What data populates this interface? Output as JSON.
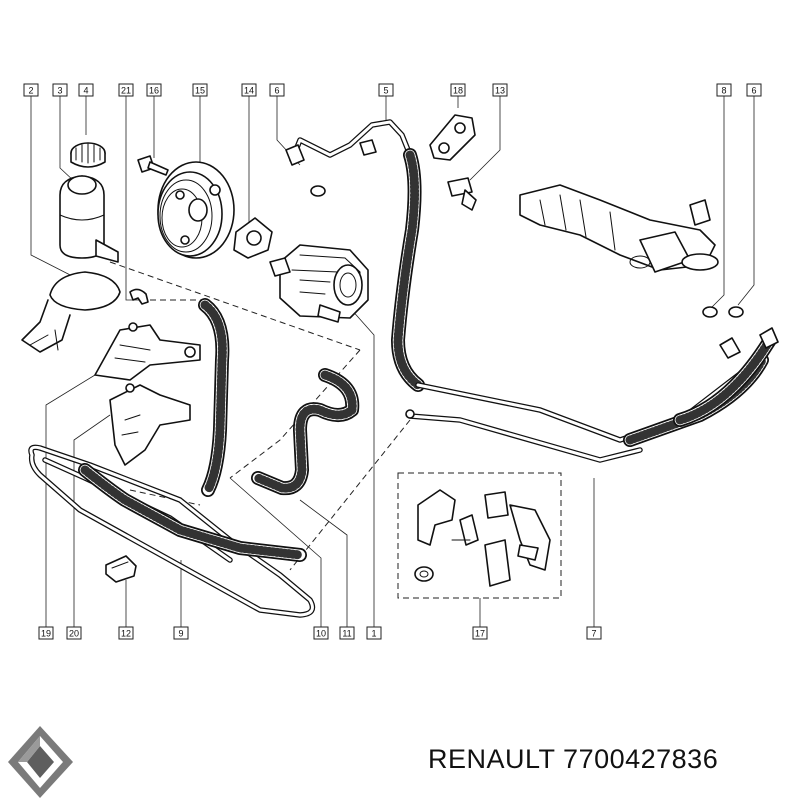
{
  "caption": {
    "brand": "RENAULT",
    "part_number": "7700427836"
  },
  "logo": {
    "name": "renault-diamond-logo",
    "color": "#6b6b6b"
  },
  "colors": {
    "line": "#111111",
    "background": "#ffffff"
  },
  "callouts": [
    {
      "id": "c2",
      "label": "2"
    },
    {
      "id": "c3",
      "label": "3"
    },
    {
      "id": "c4",
      "label": "4"
    },
    {
      "id": "c21",
      "label": "21"
    },
    {
      "id": "c16",
      "label": "16"
    },
    {
      "id": "c15",
      "label": "15"
    },
    {
      "id": "c14",
      "label": "14"
    },
    {
      "id": "c6a",
      "label": "6"
    },
    {
      "id": "c5",
      "label": "5"
    },
    {
      "id": "c18",
      "label": "18"
    },
    {
      "id": "c13",
      "label": "13"
    },
    {
      "id": "c8",
      "label": "8"
    },
    {
      "id": "c6b",
      "label": "6"
    },
    {
      "id": "c19",
      "label": "19"
    },
    {
      "id": "c20",
      "label": "20"
    },
    {
      "id": "c12",
      "label": "12"
    },
    {
      "id": "c9",
      "label": "9"
    },
    {
      "id": "c10",
      "label": "10"
    },
    {
      "id": "c11",
      "label": "11"
    },
    {
      "id": "c1",
      "label": "1"
    },
    {
      "id": "c17",
      "label": "17"
    },
    {
      "id": "c7",
      "label": "7"
    }
  ]
}
